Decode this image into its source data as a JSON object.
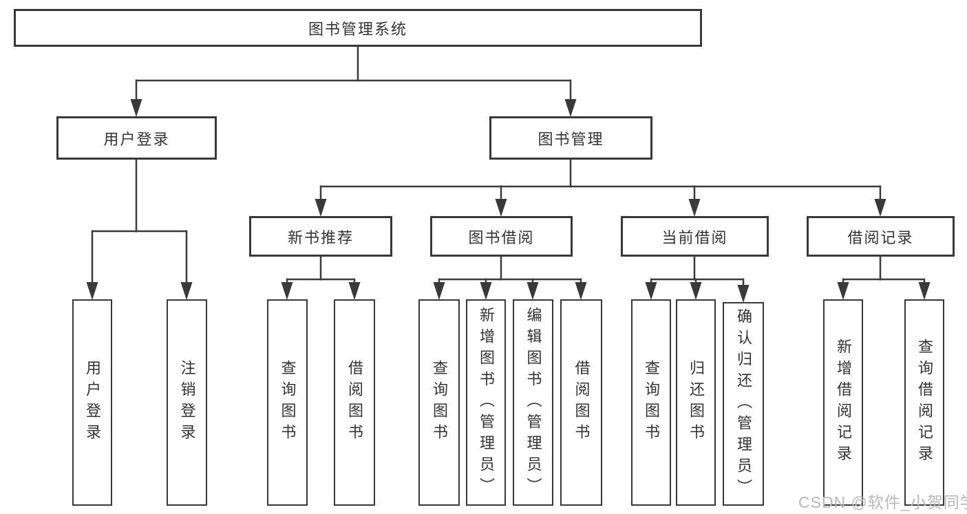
{
  "colors": {
    "line": "#3a3a3a",
    "box_border": "#383838",
    "text": "#333333",
    "watermark": "#b8b8b8",
    "background": "#ffffff"
  },
  "watermark": {
    "text": "CSDN @软件_小贺同学"
  },
  "nodes": {
    "root": {
      "label": "图书管理系统"
    },
    "level2": {
      "user_login": {
        "label": "用户登录"
      },
      "book_mgmt": {
        "label": "图书管理"
      }
    },
    "level3": {
      "new_rec": {
        "label": "新书推荐"
      },
      "borrow": {
        "label": "图书借阅"
      },
      "current": {
        "label": "当前借阅"
      },
      "record": {
        "label": "借阅记录"
      }
    },
    "leaves": {
      "login_user": {
        "label": "用户登录"
      },
      "login_logout": {
        "label": "注销登录"
      },
      "rec_query": {
        "label": "查询图书"
      },
      "rec_borrow": {
        "label": "借阅图书"
      },
      "borrow_query": {
        "label": "查询图书"
      },
      "borrow_add": {
        "label": "新增图书（管理员）"
      },
      "borrow_edit": {
        "label": "编辑图书（管理员）"
      },
      "borrow_lend": {
        "label": "借阅图书"
      },
      "cur_query": {
        "label": "查询图书"
      },
      "cur_return": {
        "label": "归还图书"
      },
      "cur_confirm": {
        "label": "确认归还（管理员）"
      },
      "record_add": {
        "label": "新增借阅记录"
      },
      "record_query": {
        "label": "查询借阅记录"
      }
    }
  }
}
